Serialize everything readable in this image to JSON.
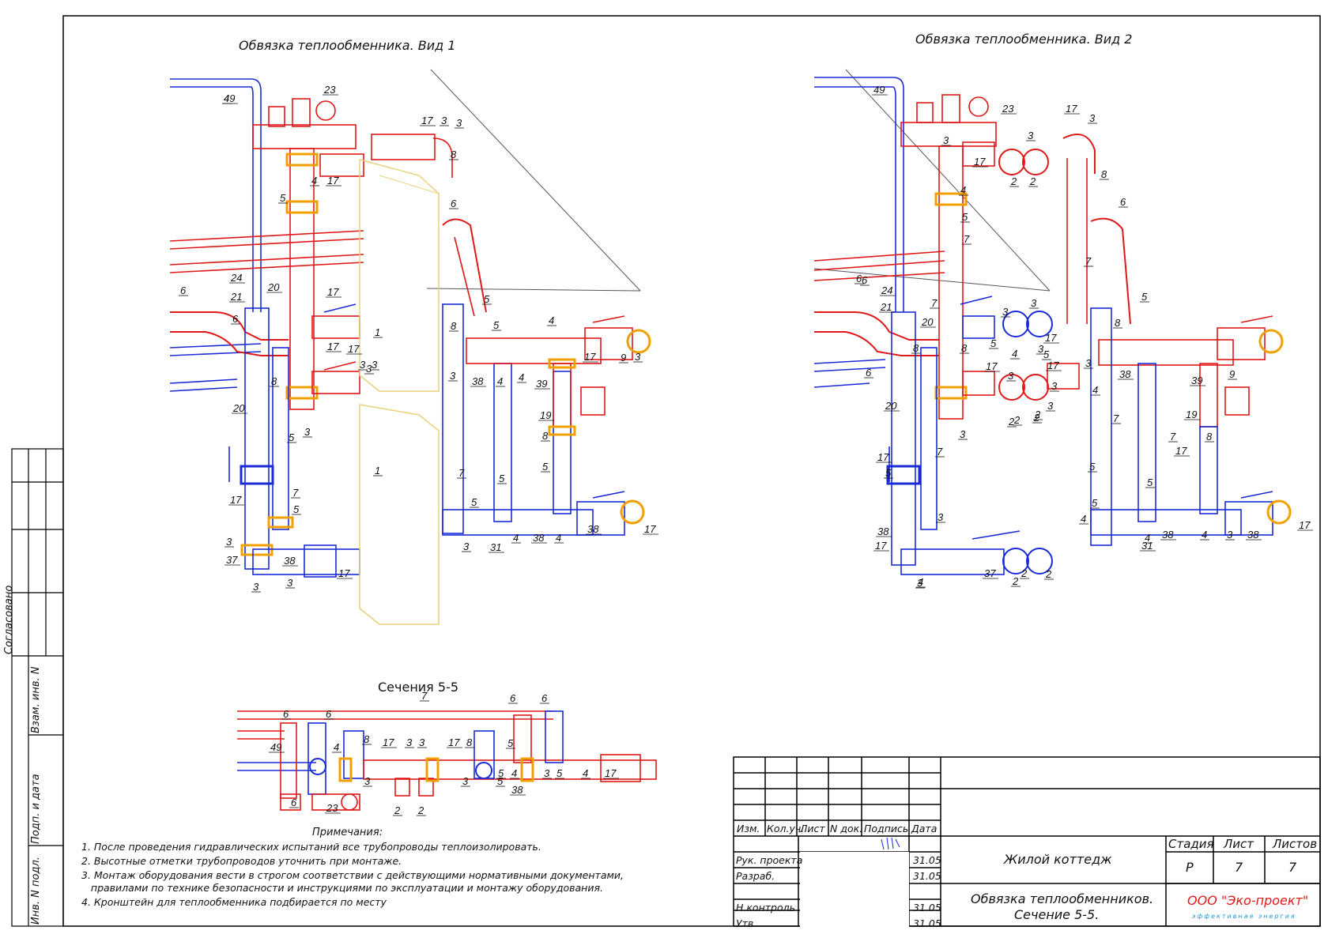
{
  "views": {
    "view1_title": "Обвязка теплообменника. Вид 1",
    "view2_title": "Обвязка теплообменника. Вид 2",
    "section_title": "Сечения 5-5"
  },
  "view1_labels": [
    "49",
    "23",
    "3",
    "17",
    "3",
    "8",
    "4",
    "17",
    "5",
    "6",
    "1",
    "3",
    "5",
    "8",
    "4",
    "5",
    "4",
    "17",
    "9",
    "3",
    "6",
    "24",
    "21",
    "20",
    "17",
    "17",
    "6",
    "8",
    "17",
    "3",
    "3",
    "39",
    "38",
    "4",
    "5",
    "20",
    "19",
    "3",
    "3",
    "8",
    "5",
    "1",
    "7",
    "5",
    "5",
    "17",
    "7",
    "5",
    "3",
    "31",
    "4",
    "38",
    "4",
    "38",
    "17",
    "3",
    "37",
    "38",
    "17",
    "3",
    "3",
    "4"
  ],
  "view2_labels": [
    "49",
    "23",
    "17",
    "3",
    "3",
    "3",
    "17",
    "8",
    "2",
    "2",
    "4",
    "5",
    "6",
    "7",
    "7",
    "5",
    "6",
    "24",
    "21",
    "7",
    "3",
    "3",
    "20",
    "8",
    "8",
    "5",
    "17",
    "5",
    "4",
    "3",
    "17",
    "3",
    "3",
    "2",
    "2",
    "3",
    "17",
    "38",
    "3",
    "8",
    "9",
    "6",
    "6",
    "7",
    "20",
    "2",
    "2",
    "17",
    "4",
    "7",
    "39",
    "19",
    "3",
    "5",
    "7",
    "8",
    "17",
    "5",
    "5",
    "3",
    "4",
    "5",
    "4",
    "38",
    "17",
    "37",
    "2",
    "31",
    "38",
    "4",
    "3",
    "38",
    "17",
    "4",
    "2",
    "2",
    "3"
  ],
  "section_labels": [
    "7",
    "6",
    "6",
    "6",
    "6",
    "49",
    "4",
    "8",
    "17",
    "3",
    "3",
    "17",
    "8",
    "5",
    "5",
    "3",
    "3",
    "3",
    "4",
    "5",
    "5",
    "4",
    "17",
    "38",
    "23",
    "2",
    "2",
    "6"
  ],
  "notes": {
    "heading": "Примечания:",
    "items": [
      "1. После проведения гидравлических испытаний все трубопроводы теплоизолировать.",
      "2. Высотные отметки трубопроводов уточнить при монтаже.",
      "3. Монтаж оборудования вести в строгом соответствии с действующими нормативными документами,",
      "   правилами по технике безопасности и инструкциями по эксплуатации и монтажу оборудования.",
      "4. Кронштейн для теплообменника подбирается по месту"
    ]
  },
  "side_stamp": {
    "agreed": "Согласовано",
    "inv_replace": "Взам. инв. N",
    "sign_date": "Подп. и дата",
    "inv_orig": "Инв. N подл."
  },
  "title_block": {
    "col_headers": [
      "Изм.",
      "Кол.уч.",
      "Лист",
      "N док.",
      "Подпись",
      "Дата"
    ],
    "roles": [
      "Рук. проекта",
      "Разраб.",
      "",
      "Н.контроль",
      "Утв."
    ],
    "dates": [
      "31.05",
      "31.05",
      "",
      "31.05",
      "31.05"
    ],
    "object": "Жилой коттедж",
    "drawing_title": "Обвязка теплообменников.",
    "drawing_subtitle": "Сечение 5-5.",
    "stage_label": "Стадия",
    "sheet_label": "Лист",
    "sheets_label": "Листов",
    "stage": "Р",
    "sheet": "7",
    "sheets": "7",
    "company": "ООО \"Эко-проект\"",
    "company_slogan": "эффективная энергия"
  },
  "colors": {
    "supply": "#e01818",
    "return": "#1a2bd6",
    "fitting": "#f2a000",
    "frame": "#000000",
    "bracket": "#e8d27a"
  }
}
